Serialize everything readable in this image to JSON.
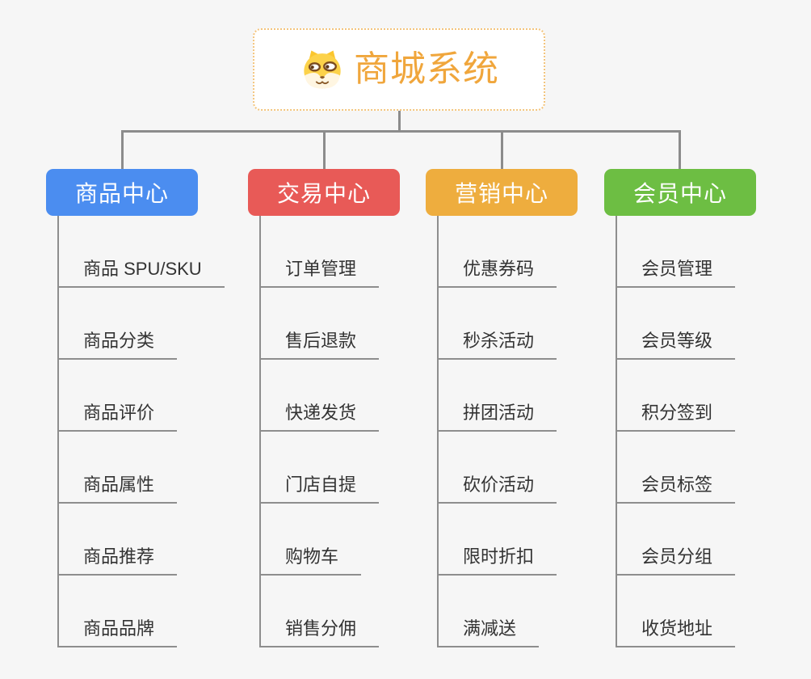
{
  "root": {
    "title": "商城系统",
    "icon": "dog-face-icon",
    "title_color": "#f0a63c",
    "border_color": "#f3c47c",
    "background": "#ffffff"
  },
  "connector_color": "#8c8c8c",
  "subtopic_text_color": "#333333",
  "page_background": "#f6f6f6",
  "branches": [
    {
      "label": "商品中心",
      "color": "#4b8df0",
      "items": [
        "商品 SPU/SKU",
        "商品分类",
        "商品评价",
        "商品属性",
        "商品推荐",
        "商品品牌"
      ]
    },
    {
      "label": "交易中心",
      "color": "#e85a57",
      "items": [
        "订单管理",
        "售后退款",
        "快递发货",
        "门店自提",
        "购物车",
        "销售分佣"
      ]
    },
    {
      "label": "营销中心",
      "color": "#eead3e",
      "items": [
        "优惠券码",
        "秒杀活动",
        "拼团活动",
        "砍价活动",
        "限时折扣",
        "满减送"
      ]
    },
    {
      "label": "会员中心",
      "color": "#6dbe43",
      "items": [
        "会员管理",
        "会员等级",
        "积分签到",
        "会员标签",
        "会员分组",
        "收货地址"
      ]
    }
  ]
}
